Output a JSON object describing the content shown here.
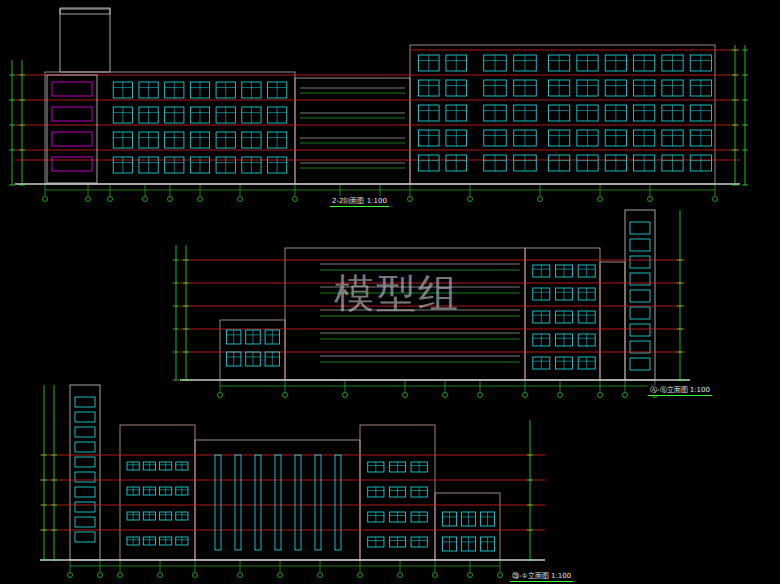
{
  "diagram": {
    "labels": [
      "2-2剖面图 1:100",
      "Ⓐ-Ⓢ立面图 1:100",
      "⑳-①立面图 1:100",
      "模型组"
    ]
  }
}
